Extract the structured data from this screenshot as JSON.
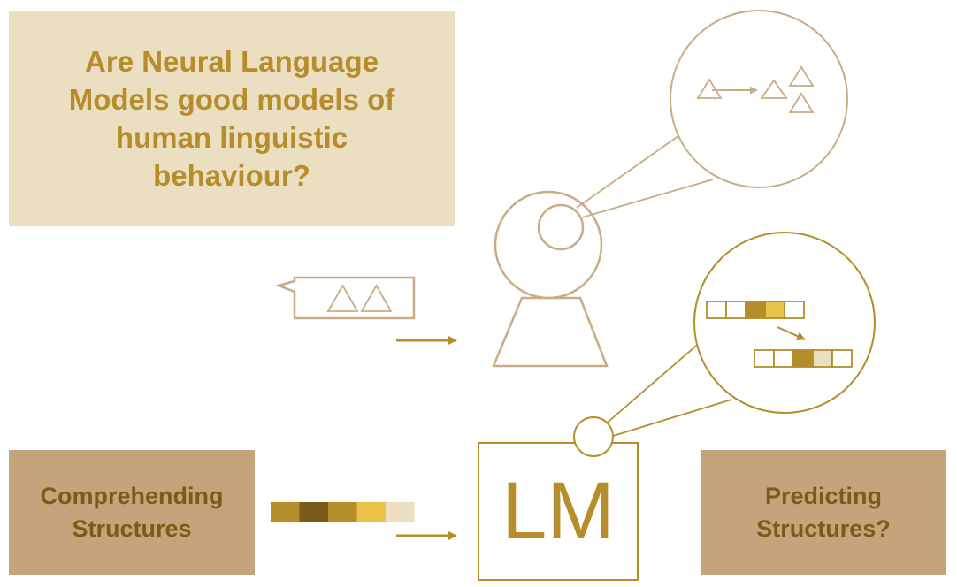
{
  "question": "Are Neural Language Models good models of human linguistic behaviour?",
  "comprehending": "Comprehending\nStructures",
  "predicting": "Predicting\nStructures?",
  "lm_label": "LM",
  "colors": {
    "accent_gold": "#b58d2a",
    "dark_gold": "#7a5b1c",
    "human_outline": "#c9ab86",
    "light_beige": "#ecdfc1",
    "tan_box": "#c4a57b",
    "bright_yellow": "#e8c24a"
  },
  "input_sequence_colors": [
    "#b58d2a",
    "#7a5b1c",
    "#b58d2a",
    "#e8c24a",
    "#ecdfc1"
  ],
  "lm_sequence_top": [
    "#ffffff",
    "#ffffff",
    "#b58d2a",
    "#e8c24a",
    "#ffffff"
  ],
  "lm_sequence_bottom": [
    "#ffffff",
    "#ffffff",
    "#b58d2a",
    "#ecdfc1",
    "#ffffff"
  ]
}
